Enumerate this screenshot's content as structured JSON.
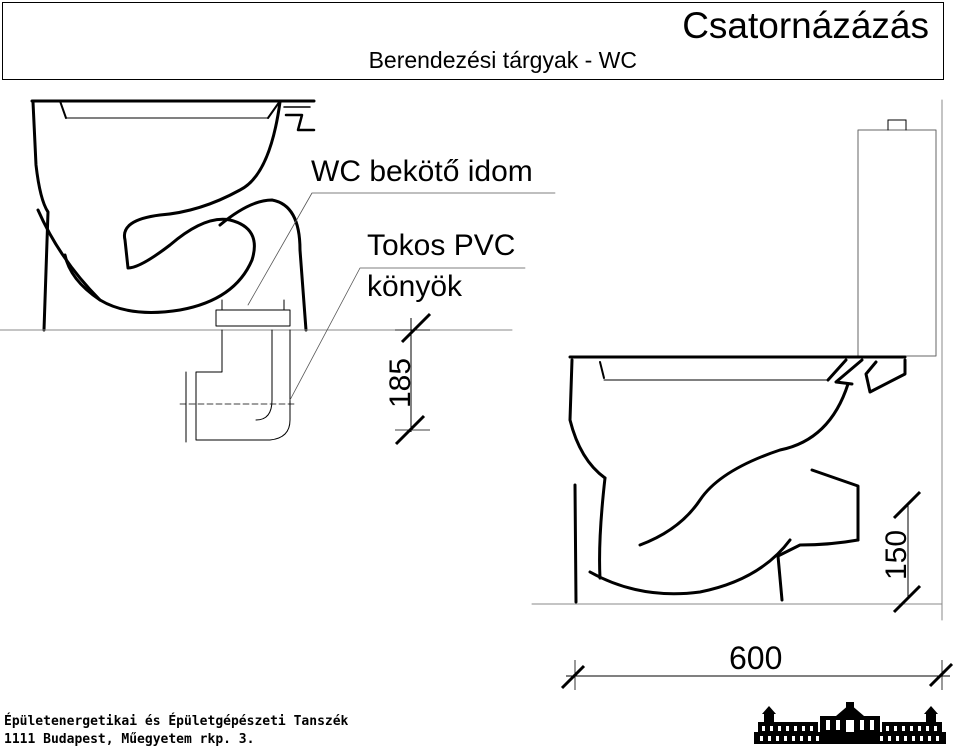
{
  "header": {
    "title": "Csatornázázás",
    "subtitle": "Berendezési tárgyak - WC"
  },
  "labels": {
    "connector": "WC bekötő idom",
    "elbow_line1": "Tokos PVC",
    "elbow_line2": "könyök"
  },
  "dimensions": {
    "outlet_height": "185",
    "side_outlet_height": "150",
    "length": "600"
  },
  "footer": {
    "line1": "Épületenergetikai és Épületgépészeti Tanszék",
    "line2": "1111 Budapest, Műegyetem rkp. 3."
  },
  "logo": {
    "name": "university-building-logo"
  }
}
